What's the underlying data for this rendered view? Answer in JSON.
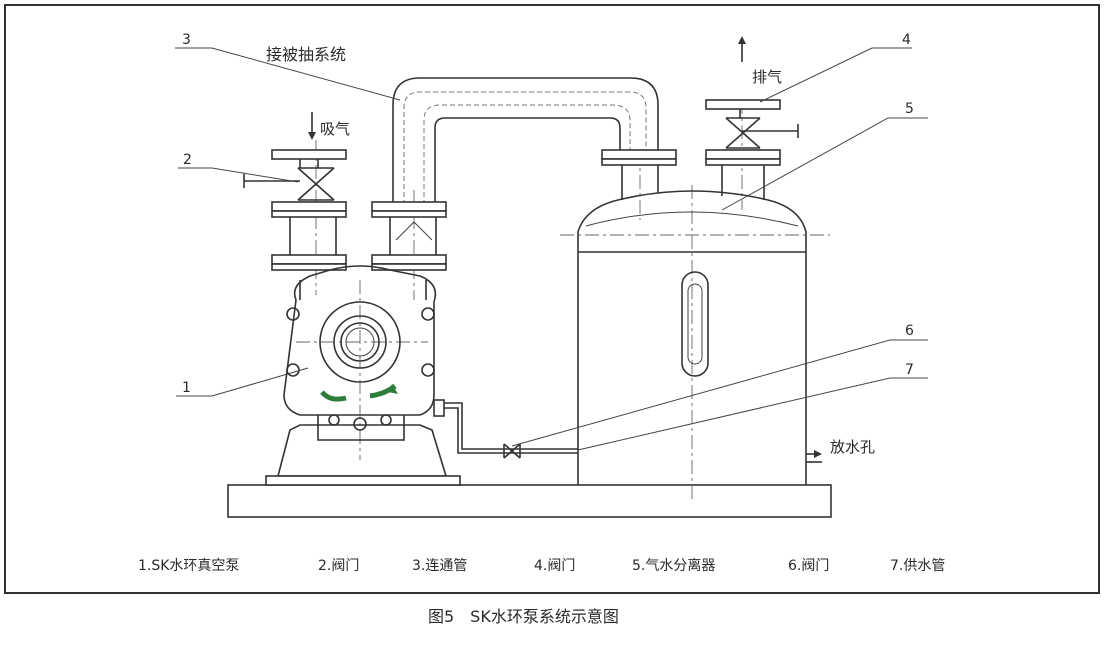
{
  "diagram": {
    "annotations": {
      "connect_system": "接被抽系统",
      "intake": "吸气",
      "exhaust": "排气",
      "drain": "放水孔"
    },
    "callout_numbers": [
      "1",
      "2",
      "3",
      "4",
      "5",
      "6",
      "7"
    ],
    "legend": [
      "1.SK水环真空泵",
      "2.阀门",
      "3.连通管",
      "4.阀门",
      "5.气水分离器",
      "6.阀门",
      "7.供水管"
    ],
    "caption": "图5　SK水环泵系统示意图"
  }
}
